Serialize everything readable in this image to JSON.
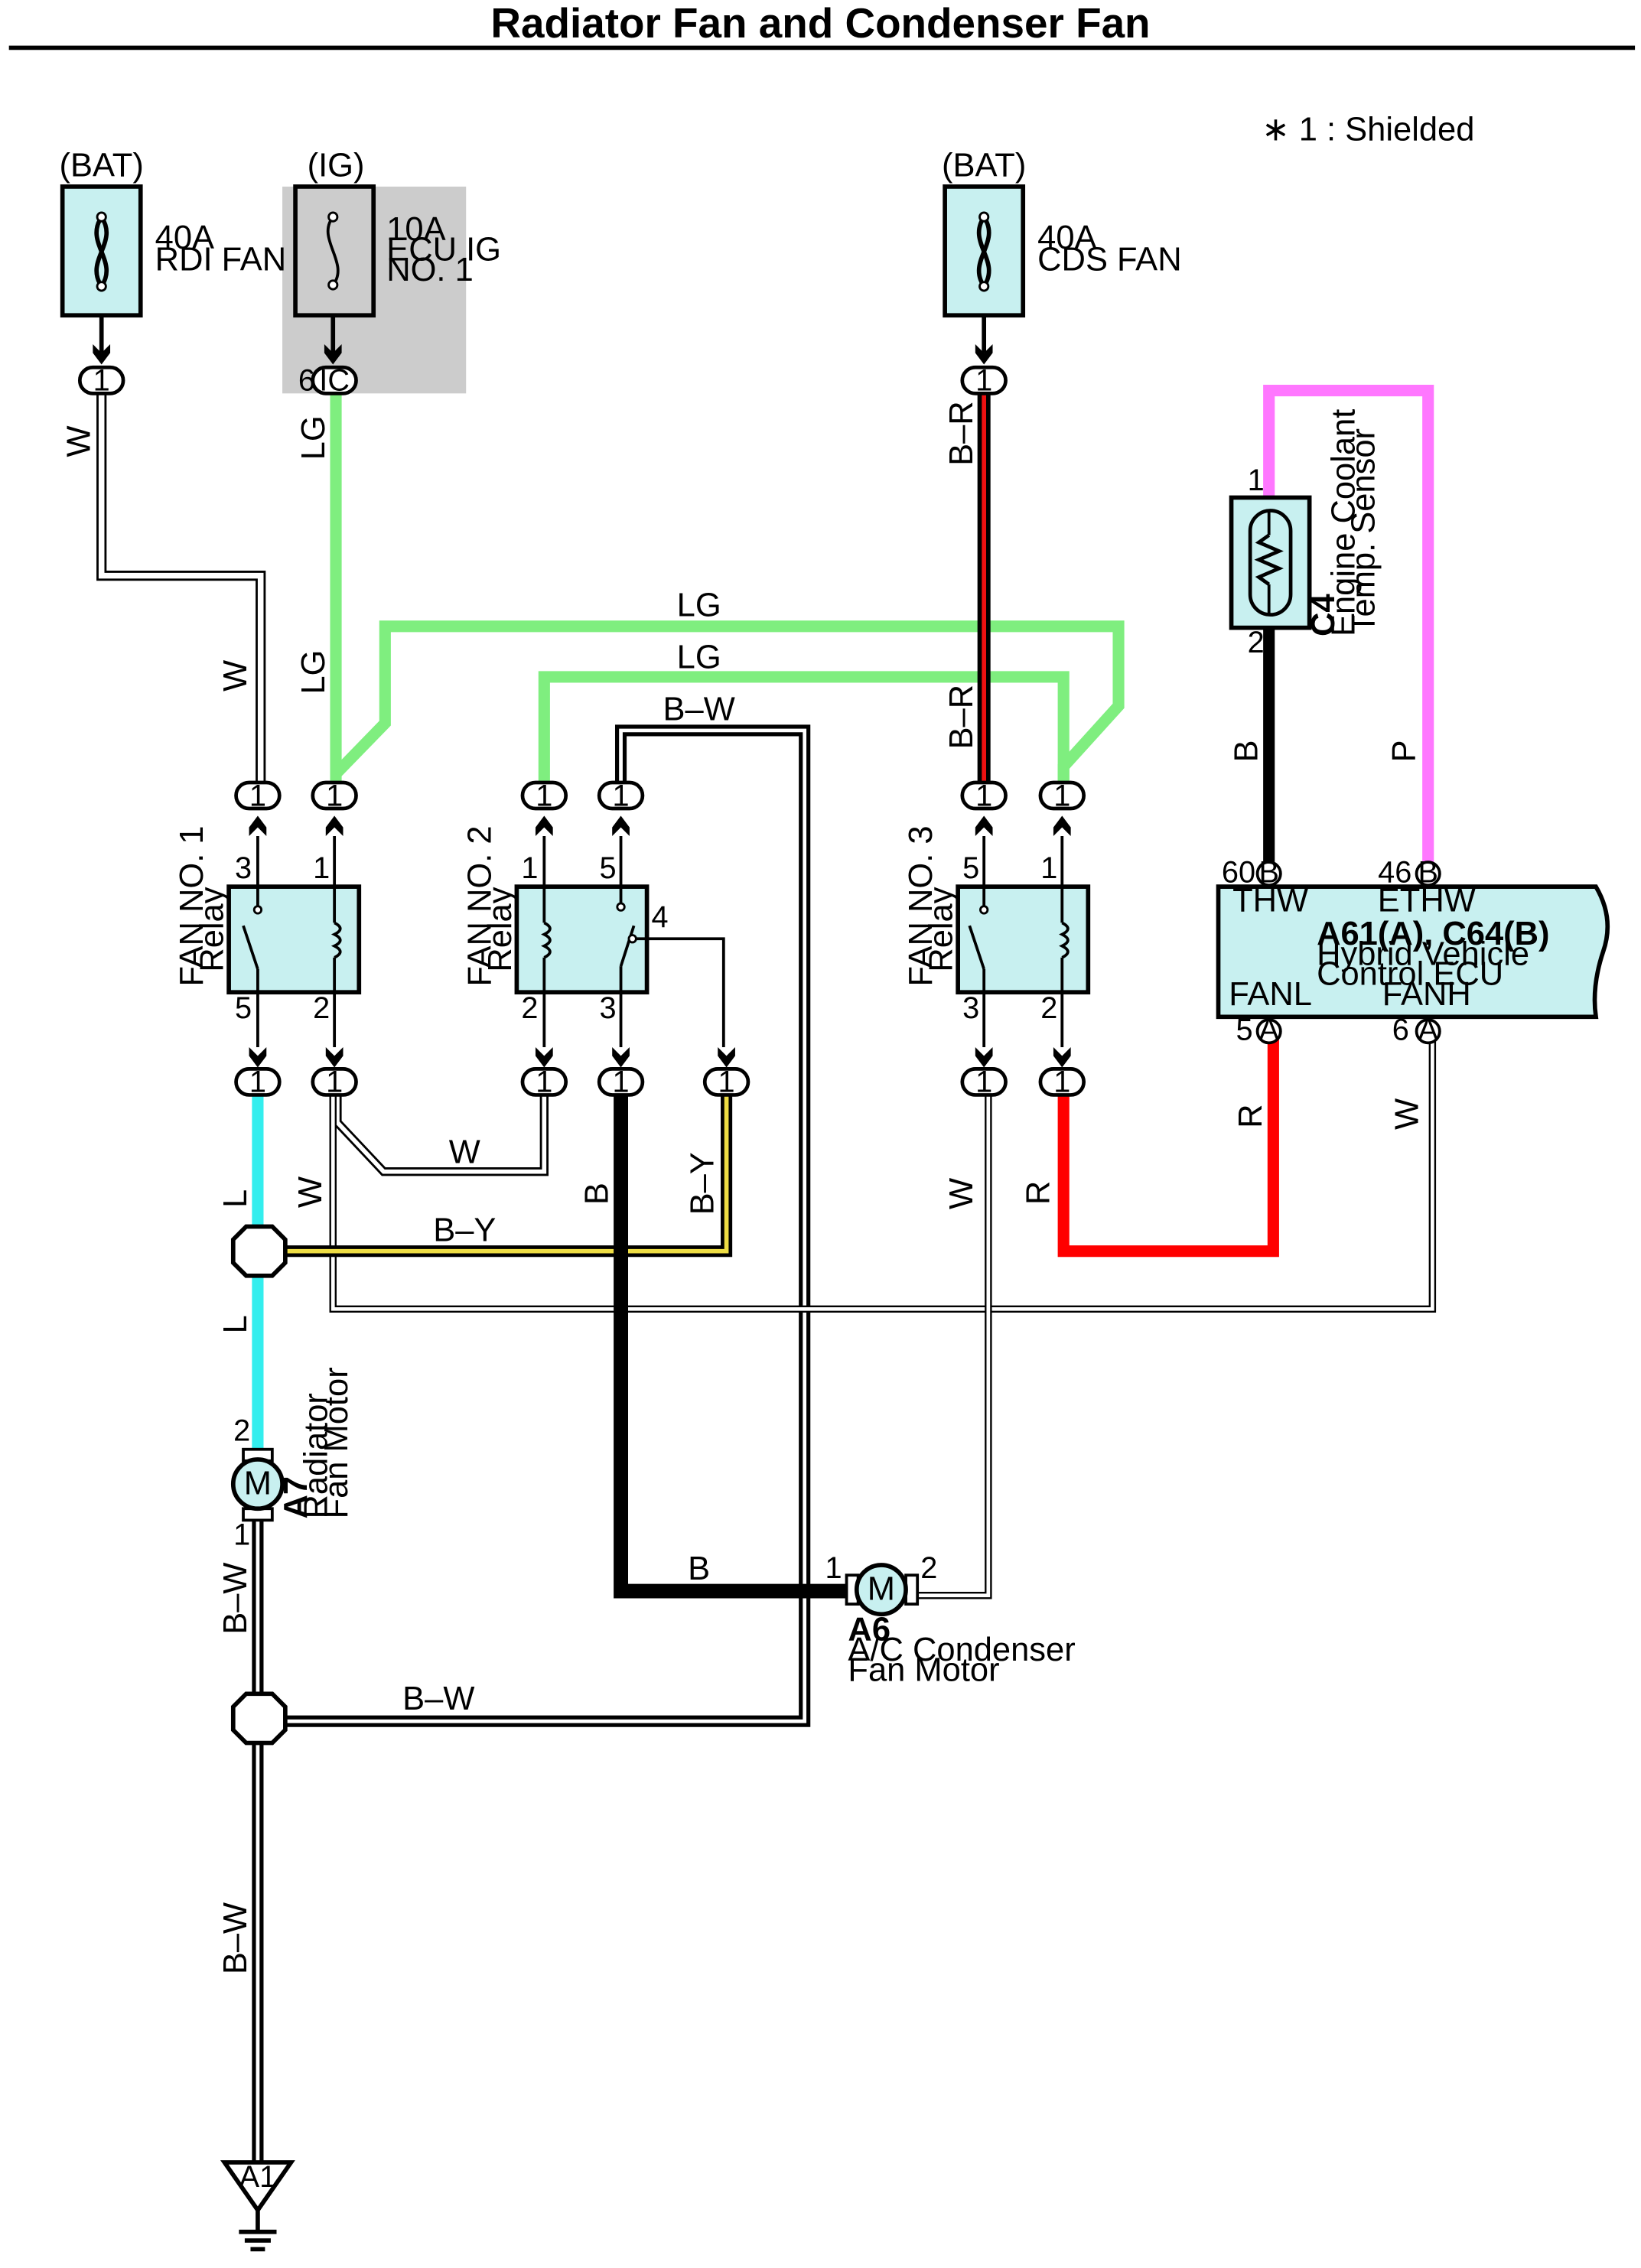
{
  "title": "Radiator Fan and Condenser Fan",
  "note": "∗ 1 : Shielded",
  "colors": {
    "W": "#ffffff",
    "LG": "#7fee7f",
    "B": "#000000",
    "BR_red": "#ee1111",
    "L": "#33eeee",
    "BY_yellow": "#eedd44",
    "R": "#ff0000",
    "P": "#ff77ff",
    "component_fill": "#c8f0f0",
    "ig_box": "#cccccc"
  },
  "fuses": {
    "rdi": {
      "source": "(BAT)",
      "line1": "40A",
      "line2": "RDI FAN",
      "pin": "1"
    },
    "ecu_ig": {
      "source": "(IG)",
      "line1": "10A",
      "line2": "ECU IG",
      "line3": "NO. 1",
      "pin_num": "6",
      "pin": "IC"
    },
    "cds": {
      "source": "(BAT)",
      "line1": "40A",
      "line2": "CDS FAN",
      "pin": "1"
    }
  },
  "relays": {
    "fan1": {
      "line1": "FAN NO. 1",
      "line2": "Relay",
      "pin_tl": "3",
      "pin_tr": "1",
      "pin_bl": "5",
      "pin_br": "2"
    },
    "fan2": {
      "line1": "FAN NO. 2",
      "line2": "Relay",
      "pin_tl": "1",
      "pin_tr": "5",
      "pin_bl": "2",
      "pin_br": "3",
      "pin_side": "4"
    },
    "fan3": {
      "line1": "FAN NO. 3",
      "line2": "Relay",
      "pin_tl": "5",
      "pin_tr": "1",
      "pin_bl": "3",
      "pin_br": "2"
    }
  },
  "connector_pin": "1",
  "sensor": {
    "code": "C4",
    "line1": "Engine Coolant",
    "line2": "Temp. Sensor",
    "pin_top": "1",
    "pin_bottom": "2"
  },
  "ecu": {
    "code": "A61(A), C64(B)",
    "line1": "Hybrid Vehicle",
    "line2": "Control ECU",
    "thw": "THW",
    "ethw": "ETHW",
    "fanl": "FANL",
    "fanh": "FANH",
    "pin_thw": "60",
    "pin_ethw": "46",
    "pin_fanl": "5",
    "pin_fanh": "6",
    "conn_b": "B",
    "conn_a": "A"
  },
  "motors": {
    "a7": {
      "code": "A7",
      "line1": "Radiator",
      "line2": "Fan Motor",
      "symbol": "M",
      "pin_top": "2",
      "pin_bottom": "1"
    },
    "a6": {
      "code": "A6",
      "line1": "A/C Condenser",
      "line2": "Fan Motor",
      "symbol": "M",
      "pin_left": "1",
      "pin_right": "2"
    }
  },
  "ground": {
    "code": "A1"
  },
  "wire_labels": {
    "w_rdi": "W",
    "lg_ig": "LG",
    "br_cds": "B–R",
    "w_relay1": "W",
    "lg_relay1": "LG",
    "lg_top": "LG",
    "lg_mid": "LG",
    "bw_top": "B–W",
    "br_relay3": "B–R",
    "b_sensor": "B",
    "p_sensor": "P",
    "w_cross": "W",
    "l_upper": "L",
    "w_relay1_bottom": "W",
    "b_relay2": "B",
    "by_relay2": "B–Y",
    "by_horizontal": "B–Y",
    "w_relay3": "W",
    "r_relay3": "R",
    "r_ecu": "R",
    "w_ecu": "W",
    "l_lower": "L",
    "b_motor": "B",
    "bw_motor": "B–W",
    "bw_horizontal": "B–W",
    "bw_ground": "B–W"
  }
}
